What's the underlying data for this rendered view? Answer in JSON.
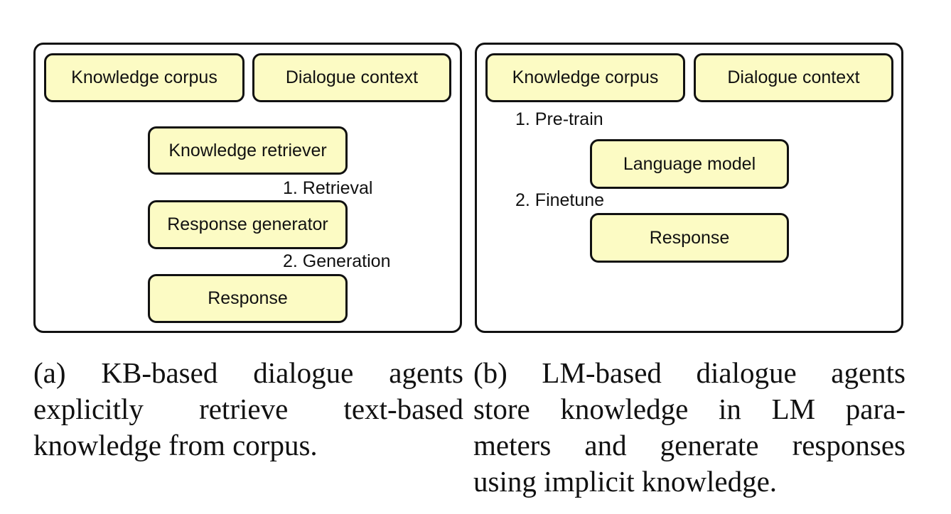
{
  "panel_a": {
    "boxes": {
      "knowledge_corpus": "Knowledge corpus",
      "dialogue_context": "Dialogue context",
      "knowledge_retriever": "Knowledge retriever",
      "response_generator": "Response generator",
      "response": "Response"
    },
    "edge_labels": {
      "retrieval": "1. Retrieval",
      "generation": "2. Generation"
    },
    "caption_lines": [
      "(a)  KB-based  dialogue  agents",
      "explicitly   retrieve   text-based",
      "knowledge from corpus."
    ]
  },
  "panel_b": {
    "boxes": {
      "knowledge_corpus": "Knowledge corpus",
      "dialogue_context": "Dialogue context",
      "language_model": "Language model",
      "response": "Response"
    },
    "edge_labels": {
      "pretrain": "1. Pre-train",
      "finetune": "2. Finetune"
    },
    "caption_lines": [
      "(b)  LM-based  dialogue  agents",
      "store  knowledge  in  LM  para-",
      "meters  and  generate  responses",
      "using implicit knowledge."
    ]
  }
}
